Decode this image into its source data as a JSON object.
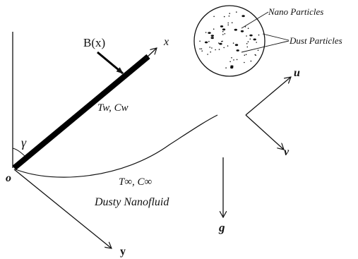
{
  "labels": {
    "magnetic_field": "B(x)",
    "axis_x": "x",
    "axis_y": "y",
    "origin": "o",
    "angle": "γ",
    "wall_conditions": "Tw, Cw",
    "ambient_conditions": "T∞, C∞",
    "fluid": "Dusty Nanofluid",
    "gravity": "g",
    "velocity_u": "u",
    "velocity_v": "v",
    "nano_particles": "Nano Particles",
    "dust_particles": "Dust Particles"
  }
}
